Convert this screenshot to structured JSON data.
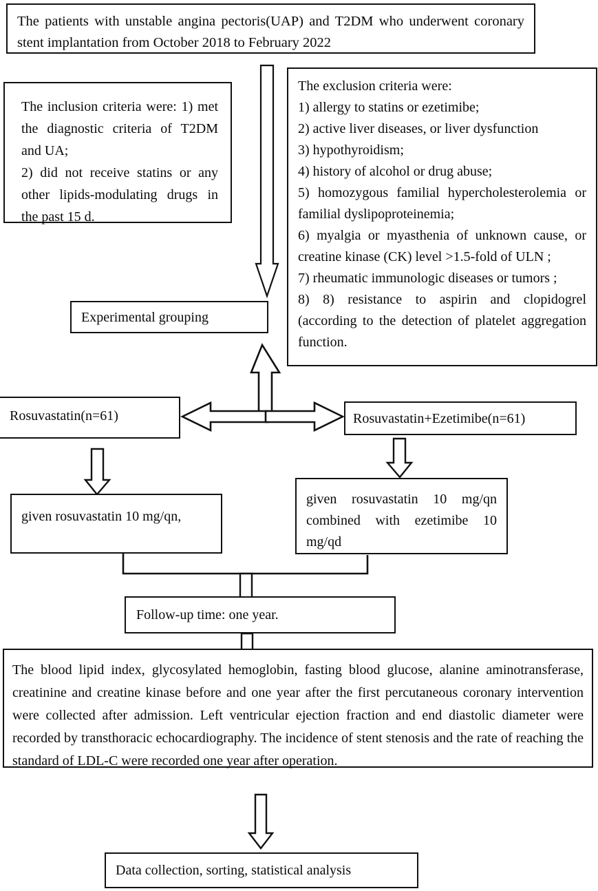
{
  "figure": {
    "kind": "study-flowchart",
    "stroke_color": "#111111",
    "text_color": "#0a0a0a",
    "background": "#ffffff"
  },
  "nodes": {
    "title": "The patients with unstable angina pectoris(UAP) and T2DM who underwent coronary stent implantation from October 2018 to February 2022",
    "inclusion": "The inclusion criteria were: 1) met the diagnostic criteria of T2DM and UA;\n2) did not receive statins or any other lipids-modulating drugs in the past 15 d.",
    "exclusion": "The exclusion criteria were:\n1) allergy to statins or ezetimibe;\n2) active liver diseases, or liver dysfunction\n3) hypothyroidism;\n4) history of alcohol or drug abuse;\n5) homozygous familial hypercholesterolemia or familial dyslipoproteinemia;\n6) myalgia or myasthenia of unknown cause, or creatine kinase (CK) level >1.5-fold of ULN ;\n7) rheumatic immunologic diseases or tumors ;\n8) 8) resistance to aspirin and clopidogrel (according to the detection of platelet aggregation function.",
    "grouping": "Experimental grouping",
    "arm_a": "Rosuvastatin(n=61)",
    "arm_b": "Rosuvastatin+Ezetimibe(n=61)",
    "dose_a": "given rosuvastatin 10 mg/qn,",
    "dose_b": "given rosuvastatin 10 mg/qn combined with ezetimibe 10 mg/qd",
    "followup": "Follow-up time: one year.",
    "methods": "The blood lipid index, glycosylated hemoglobin, fasting blood glucose, alanine aminotransferase, creatinine and creatine kinase before and one year after the first percutaneous coronary intervention were collected after admission. Left ventricular ejection fraction and end diastolic diameter were recorded by transthoracic echocardiography. The incidence of stent stenosis and the rate of reaching the standard of LDL-C were recorded one year after operation.",
    "final": "Data collection, sorting, statistical analysis"
  },
  "connectors": [
    {
      "name": "title-to-grouping-arrow",
      "direction": "down"
    },
    {
      "name": "grouping-to-split-arrow",
      "direction": "up"
    },
    {
      "name": "split-to-arm-a-arrow",
      "direction": "left"
    },
    {
      "name": "split-to-arm-b-arrow",
      "direction": "right"
    },
    {
      "name": "arm-a-to-dose-a-arrow",
      "direction": "down"
    },
    {
      "name": "arm-b-to-dose-b-arrow",
      "direction": "down"
    },
    {
      "name": "doses-to-followup-arrow",
      "direction": "down"
    },
    {
      "name": "followup-to-methods-arrow",
      "direction": "down"
    },
    {
      "name": "methods-to-final-arrow",
      "direction": "down"
    }
  ]
}
